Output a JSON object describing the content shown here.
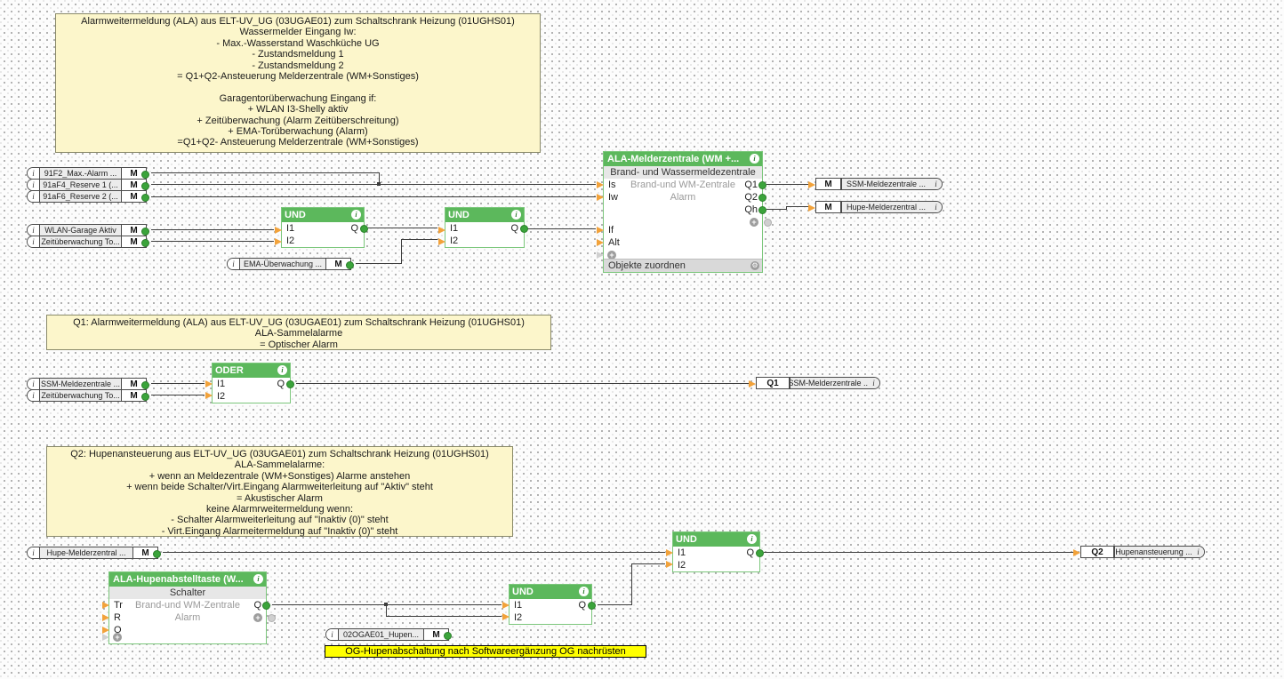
{
  "icons": {
    "info": "i",
    "gear": "⚙",
    "plus": "+"
  },
  "colors": {
    "gate_green": "#5cb85c",
    "port_orange": "#f2a23a",
    "dot_green": "#3ba43b",
    "comment_yellow": "#fcf6cb",
    "highlight_yellow": "#ffff00",
    "wire": "#3c3c3c"
  },
  "comments": {
    "top": [
      "Alarmweitermeldung (ALA) aus ELT-UV_UG (03UGAE01) zum Schaltschrank Heizung (01UGHS01)",
      "Wassermelder Eingang Iw:",
      "- Max.-Wasserstand Waschküche UG",
      "- Zustandsmeldung 1",
      "- Zustandsmeldung 2",
      "= Q1+Q2-Ansteuerung Melderzentrale (WM+Sonstiges)",
      "",
      "Garagentorüberwachung Eingang if:",
      "+ WLAN I3-Shelly aktiv",
      "+ Zeitüberwachung (Alarm Zeitüberschreitung)",
      "+ EMA-Torüberwachung (Alarm)",
      "=Q1+Q2- Ansteuerung Melderzentrale (WM+Sonstiges)"
    ],
    "q1": [
      "Q1: Alarmweitermeldung (ALA) aus ELT-UV_UG (03UGAE01) zum Schaltschrank Heizung (01UGHS01)",
      "ALA-Sammelalarme",
      "= Optischer Alarm"
    ],
    "q2": [
      "Q2: Hupenansteuerung aus ELT-UV_UG (03UGAE01) zum Schaltschrank Heizung (01UGHS01)",
      "ALA-Sammelalarme:",
      "+ wenn an Meldezentrale (WM+Sonstiges) Alarme anstehen",
      "+ wenn beide Schalter/Virt.Eingang Alarmweiterleitung auf \"Aktiv\" steht",
      "= Akustischer Alarm",
      "keine Alarmrweitermeldung wenn:",
      "- Schalter Alarmweiterleitung auf \"Inaktiv (0)\" steht",
      "- Virt.Eingang Alarmeitermeldung auf \"Inaktiv (0)\" steht"
    ],
    "highlight": "OG-Hupenabschaltung nach Softwareergänzung OG nachrüsten"
  },
  "inputs": [
    {
      "label": "91F2_Max.-Alarm ...",
      "port": "M"
    },
    {
      "label": "91aF4_Reserve 1 (...",
      "port": "M"
    },
    {
      "label": "91aF6_Reserve 2 (...",
      "port": "M"
    },
    {
      "label": "WLAN-Garage Aktiv",
      "port": "M"
    },
    {
      "label": "Zeitüberwachung To...",
      "port": "M"
    },
    {
      "label": "EMA-Überwachung ...",
      "port": "M"
    },
    {
      "label": "SSM-Meldezentrale ...",
      "port": "M"
    },
    {
      "label": "Zeitüberwachung To...",
      "port": "M"
    },
    {
      "label": "Hupe-Melderzentral ...",
      "port": "M"
    },
    {
      "label": "02OGAE01_Hupen...",
      "port": "M"
    }
  ],
  "outputs": [
    {
      "port": "M",
      "label": "SSM-Meldezentrale ..."
    },
    {
      "port": "M",
      "label": "Hupe-Melderzentral ..."
    },
    {
      "port": "Q1",
      "label": "SSM-Melderzentrale ..."
    },
    {
      "port": "Q2",
      "label": "Hupenansteuerung ..."
    }
  ],
  "gates": [
    {
      "label": "UND",
      "i1": "I1",
      "i2": "I2",
      "q": "Q"
    },
    {
      "label": "UND",
      "i1": "I1",
      "i2": "I2",
      "q": "Q"
    },
    {
      "label": "ODER",
      "i1": "I1",
      "i2": "I2",
      "q": "Q"
    },
    {
      "label": "UND",
      "i1": "I1",
      "i2": "I2",
      "q": "Q"
    },
    {
      "label": "UND",
      "i1": "I1",
      "i2": "I2",
      "q": "Q"
    }
  ],
  "ala_block": {
    "title": "ALA-Melderzentrale (WM +...",
    "subtitle": "Brand- und Wassermeldezentrale",
    "center1": "Brand-und WM-Zentrale",
    "center2": "Alarm",
    "in1": "Is",
    "in2": "Iw",
    "in3": "If",
    "in4": "Alt",
    "out1": "Q1",
    "out2": "Q2",
    "out3": "Qh",
    "footer": "Objekte zuordnen"
  },
  "taste_block": {
    "title": "ALA-Hupenabstelltaste (W...",
    "subtitle": "Schalter",
    "center1": "Brand-und WM-Zentrale",
    "center2": "Alarm",
    "in1": "Tr",
    "in2": "R",
    "in3": "O",
    "out1": "Q"
  }
}
